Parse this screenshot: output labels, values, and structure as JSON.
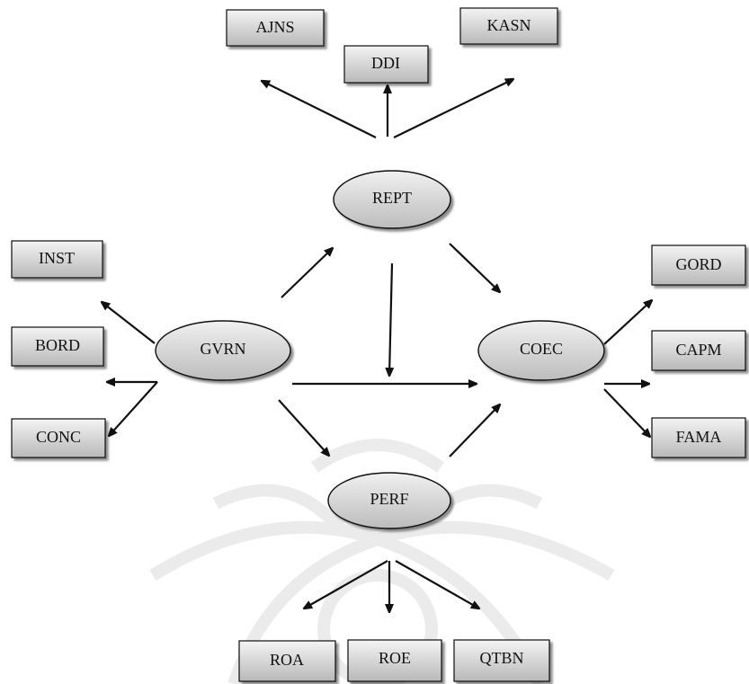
{
  "nodes": {
    "ajns": "AJNS",
    "ddi": "DDI",
    "kasn": "KASN",
    "rept": "REPT",
    "inst": "INST",
    "bord": "BORD",
    "conc": "CONC",
    "gvrn": "GVRN",
    "coec": "COEC",
    "gord": "GORD",
    "capm": "CAPM",
    "fama": "FAMA",
    "perf": "PERF",
    "roa": "ROA",
    "roe": "ROE",
    "qtbn": "QTBN"
  },
  "edges": [
    {
      "from": "rept",
      "to": "ajns"
    },
    {
      "from": "rept",
      "to": "ddi"
    },
    {
      "from": "rept",
      "to": "kasn"
    },
    {
      "from": "gvrn",
      "to": "inst"
    },
    {
      "from": "gvrn",
      "to": "bord"
    },
    {
      "from": "gvrn",
      "to": "conc"
    },
    {
      "from": "gvrn",
      "to": "rept"
    },
    {
      "from": "gvrn",
      "to": "coec"
    },
    {
      "from": "gvrn",
      "to": "perf"
    },
    {
      "from": "rept",
      "to": "coec"
    },
    {
      "from": "rept",
      "to": "gvrn-coec-path"
    },
    {
      "from": "perf",
      "to": "coec"
    },
    {
      "from": "coec",
      "to": "gord"
    },
    {
      "from": "coec",
      "to": "capm"
    },
    {
      "from": "coec",
      "to": "fama"
    },
    {
      "from": "perf",
      "to": "roa"
    },
    {
      "from": "perf",
      "to": "roe"
    },
    {
      "from": "perf",
      "to": "qtbn"
    }
  ],
  "colors": {
    "box_fill_top": "#f2f2f2",
    "box_fill_bottom": "#bdbdbd",
    "stroke": "#111111",
    "watermark": "#d9d9d9"
  }
}
